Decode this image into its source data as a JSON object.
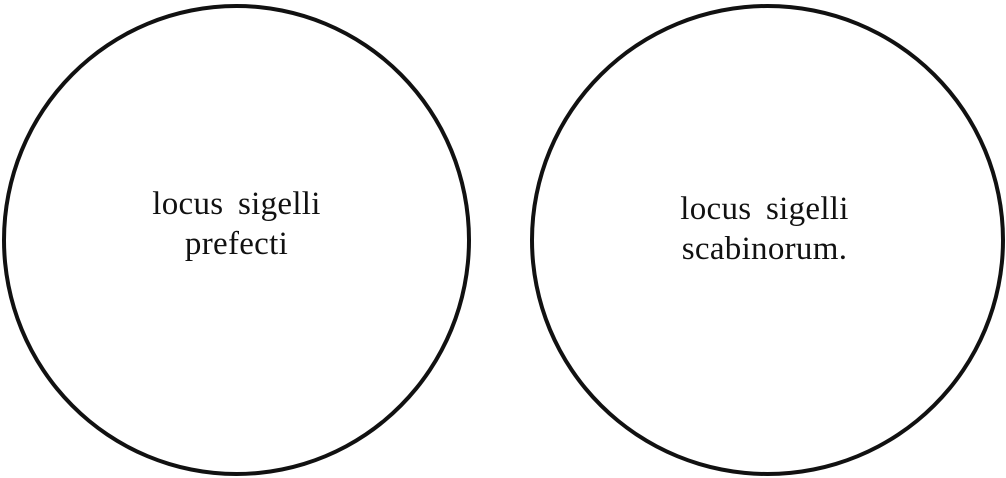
{
  "seals": {
    "prefect": {
      "line1": "locus sigelli",
      "line2": "prefecti"
    },
    "scabini": {
      "line1": "locus sigelli",
      "line2": "scabinorum."
    }
  }
}
